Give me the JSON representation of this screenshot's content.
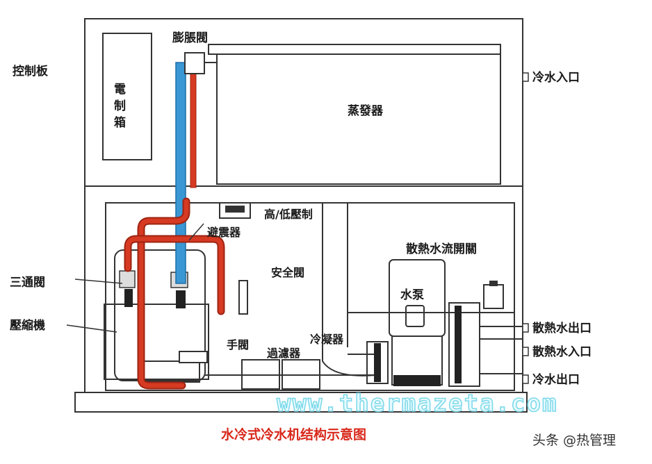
{
  "labels": {
    "control_panel": "控制板",
    "electric_box": [
      "電",
      "制",
      "箱"
    ],
    "expansion_valve": "膨脹閥",
    "evaporator": "蒸發器",
    "high_low_pressure": "高/低壓制",
    "accumulator": "避震器",
    "safety_valve": "安全閥",
    "three_way_valve": "三通閥",
    "compressor": "壓縮機",
    "manual_valve": "手閥",
    "filter": "過濾器",
    "condenser": "冷凝器",
    "cooling_water_switch": "散熱水流開關",
    "water_pump": "水泵",
    "chilled_water_inlet": "冷水入口",
    "cooling_water_outlet": "散熱水出口",
    "cooling_water_inlet": "散熱水入口",
    "chilled_water_outlet": "冷水出口"
  },
  "caption": "水冷式冷水机结构示意图",
  "watermark": "www.thermazeta.com",
  "source": "头条 @热管理",
  "colors": {
    "outline": "#333333",
    "refrigerant_hot": "#d63a22",
    "refrigerant_cold": "#3a97d4",
    "caption": "#d8281b",
    "watermark": "#7fd9ea"
  }
}
